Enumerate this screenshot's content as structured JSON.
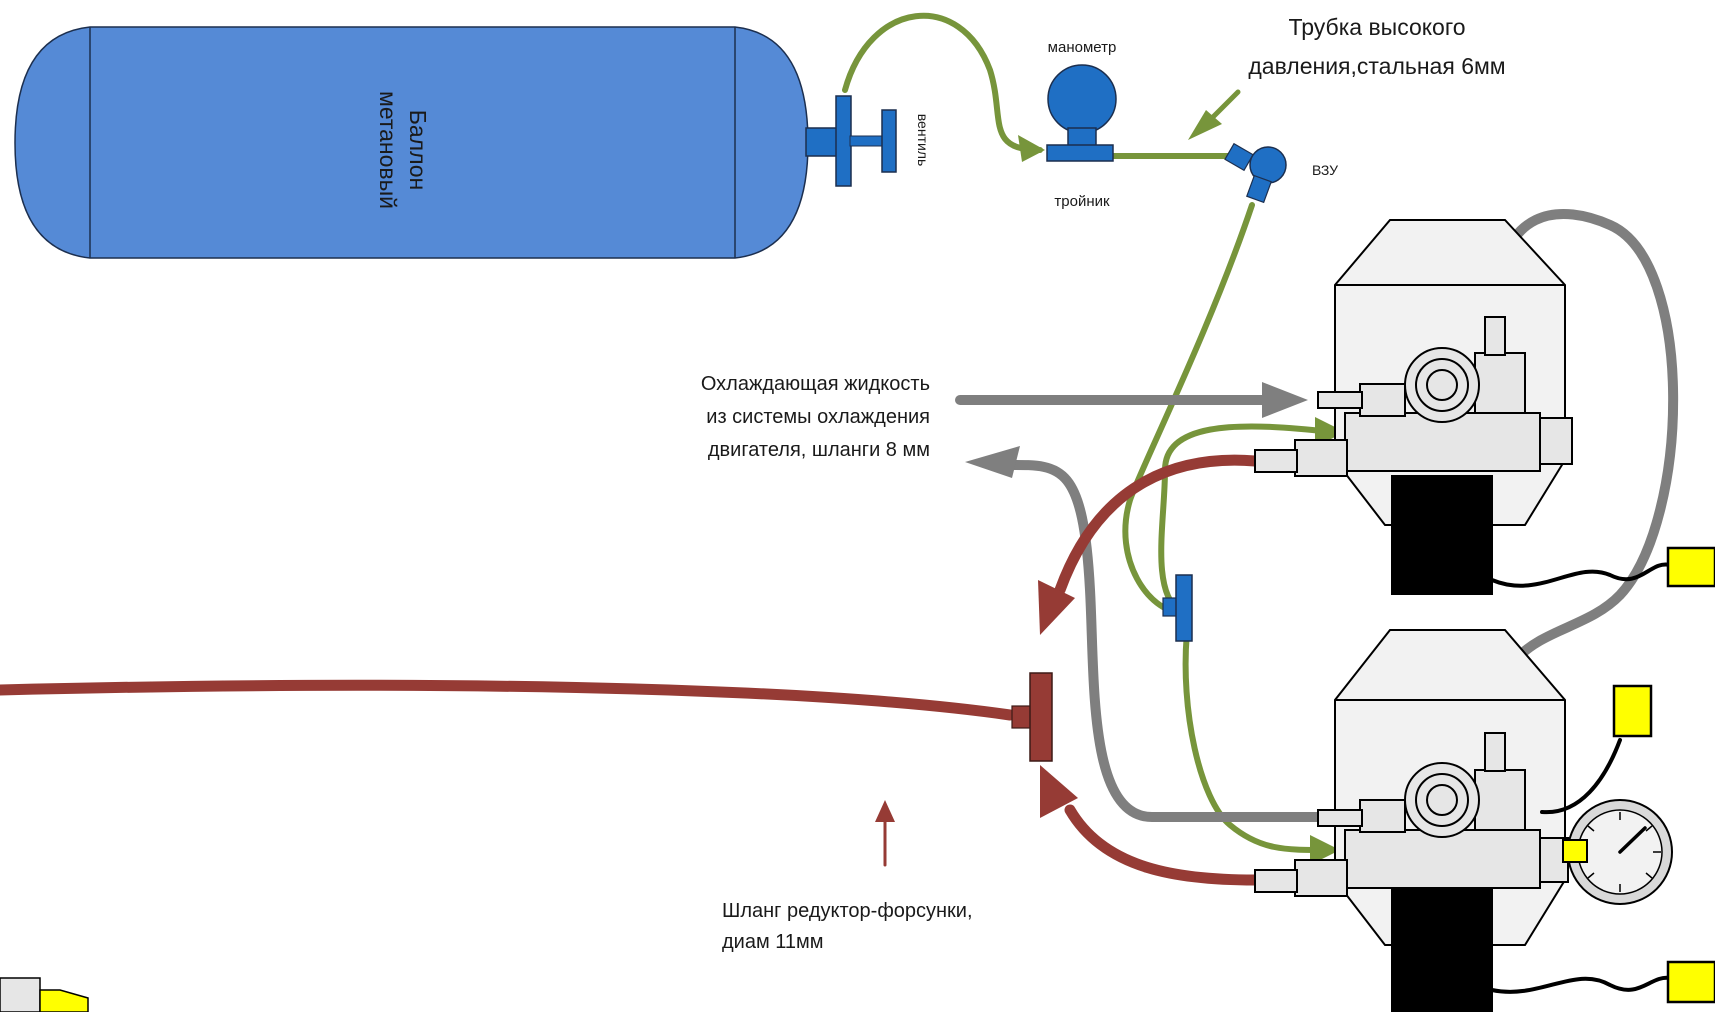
{
  "labels": {
    "cylinder_line1": "Баллон",
    "cylinder_line2": "метановый",
    "valve": "вентиль",
    "gauge": "манометр",
    "tee": "тройник",
    "vzu": "ВЗУ",
    "steel_tube_line1": "Трубка высокого",
    "steel_tube_line2": "давления,стальная 6мм",
    "coolant_line1": "Охлаждающая жидкость",
    "coolant_line2": "из системы охлаждения",
    "coolant_line3": "двигателя, шланги 8 мм",
    "hose_line1": "Шланг редуктор-форсунки,",
    "hose_line2": "диам 11мм"
  },
  "colors": {
    "cylinder_blue": "#558ad6",
    "part_blue": "#1f6fc4",
    "gas_green": "#77953b",
    "coolant_gray": "#7f7f7f",
    "hose_red": "#963b35",
    "sensor_yellow": "#ffff00",
    "reducer_body": "#f2f2f2",
    "solenoid_black": "#000000"
  }
}
